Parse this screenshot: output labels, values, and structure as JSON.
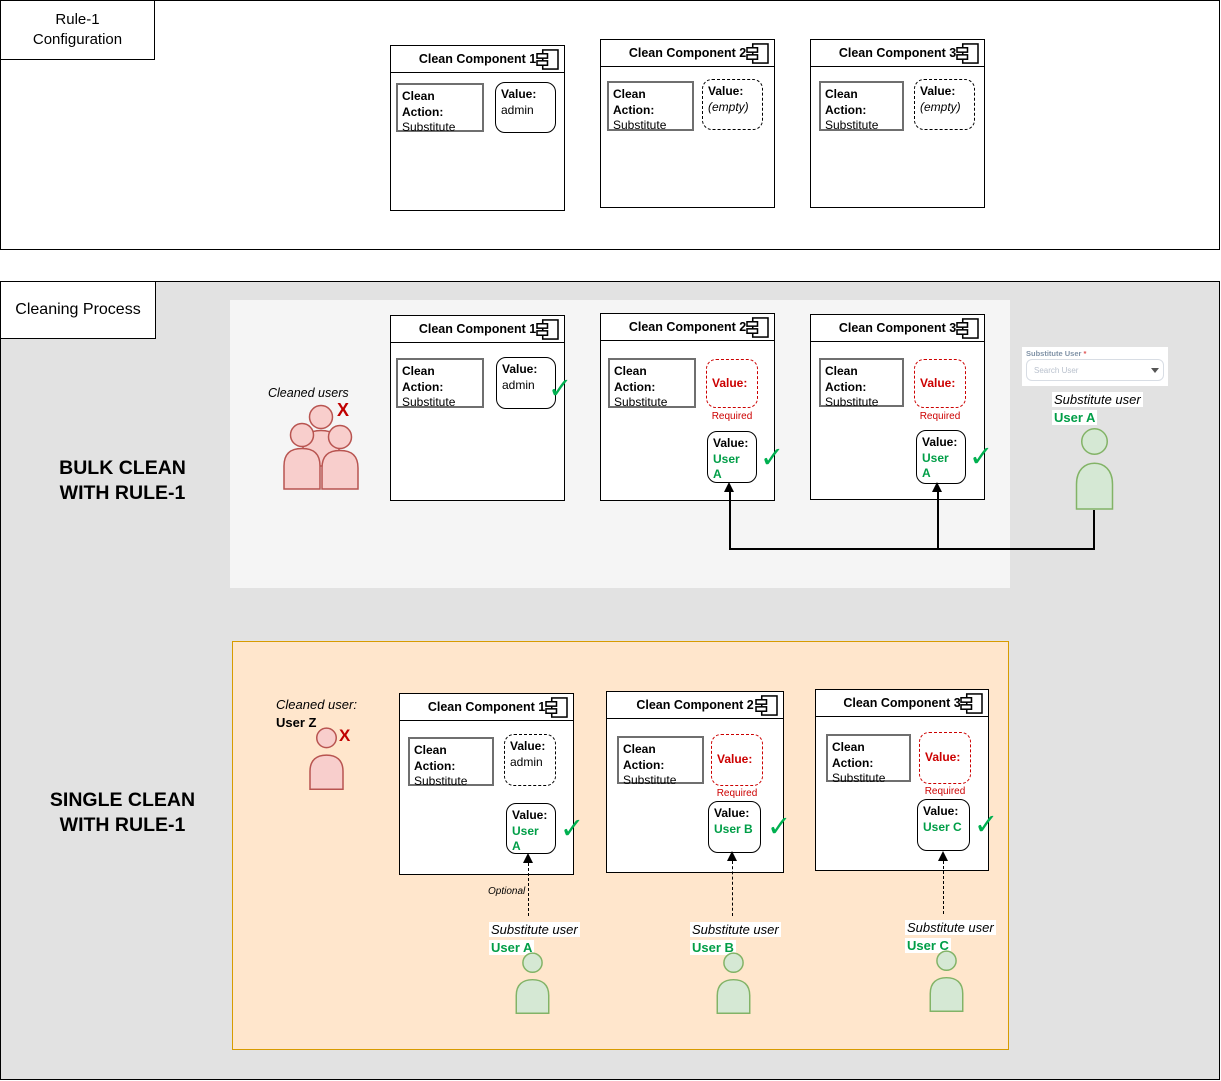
{
  "colors": {
    "section_gray": "#e2e2e2",
    "bulk_panel_gray": "#f5f5f5",
    "single_panel_fill": "#ffe6cc",
    "single_panel_border": "#d79b00",
    "error_red": "#cc0000",
    "x_red": "#c00000",
    "green_text": "#009e47",
    "green_check": "#00b050",
    "person_red_fill": "#f8cecc",
    "person_red_stroke": "#b85450",
    "person_green_fill": "#d5e8d4",
    "person_green_stroke": "#82b366"
  },
  "rule_config": {
    "label_line1": "Rule-1",
    "label_line2": "Configuration",
    "components": [
      {
        "title": "Clean Component 1",
        "action_label": "Clean Action:",
        "action_value": "Substitute",
        "value_label": "Value:",
        "value_text": "admin"
      },
      {
        "title": "Clean Component 2",
        "action_label": "Clean Action:",
        "action_value": "Substitute",
        "value_label": "Value:",
        "value_text": "(empty)"
      },
      {
        "title": "Clean Component 3",
        "action_label": "Clean Action:",
        "action_value": "Substitute",
        "value_label": "Value:",
        "value_text": "(empty)"
      }
    ]
  },
  "cleaning": {
    "label": "Cleaning Process",
    "bulk": {
      "heading_line1": "BULK CLEAN",
      "heading_line2": "WITH RULE-1",
      "cleaned_users_label": "Cleaned users",
      "x_mark": "X",
      "check_mark": "✓",
      "components": [
        {
          "title": "Clean Component 1",
          "action_label": "Clean Action:",
          "action_value": "Substitute",
          "value_label": "Value:",
          "value_text": "admin"
        },
        {
          "title": "Clean Component 2",
          "action_label": "Clean Action:",
          "action_value": "Substitute",
          "empty_value_label": "Value:",
          "required_label": "Required",
          "value_label": "Value:",
          "value_text": "User A"
        },
        {
          "title": "Clean Component 3",
          "action_label": "Clean Action:",
          "action_value": "Substitute",
          "empty_value_label": "Value:",
          "required_label": "Required",
          "value_label": "Value:",
          "value_text": "User A"
        }
      ],
      "search_widget": {
        "label": "Substitute User",
        "required_mark": "*",
        "placeholder": "Search User"
      },
      "substitute_user_label": "Substitute user",
      "substitute_user_name": "User A"
    },
    "single": {
      "heading_line1": "SINGLE CLEAN",
      "heading_line2": "WITH RULE-1",
      "cleaned_user_label": "Cleaned user:",
      "cleaned_user_name": "User Z",
      "x_mark": "X",
      "check_mark": "✓",
      "optional_label": "Optional",
      "components": [
        {
          "title": "Clean Component 1",
          "action_label": "Clean Action:",
          "action_value": "Substitute",
          "old_value_label": "Value:",
          "old_value_text": "admin",
          "value_label": "Value:",
          "value_text": "User A"
        },
        {
          "title": "Clean Component 2",
          "action_label": "Clean Action:",
          "action_value": "Substitute",
          "empty_value_label": "Value:",
          "required_label": "Required",
          "value_label": "Value:",
          "value_text": "User B"
        },
        {
          "title": "Clean Component 3",
          "action_label": "Clean Action:",
          "action_value": "Substitute",
          "empty_value_label": "Value:",
          "required_label": "Required",
          "value_label": "Value:",
          "value_text": "User C"
        }
      ],
      "substitutes": [
        {
          "label": "Substitute user",
          "name": "User A"
        },
        {
          "label": "Substitute user",
          "name": "User B"
        },
        {
          "label": "Substitute user",
          "name": "User C"
        }
      ]
    }
  }
}
